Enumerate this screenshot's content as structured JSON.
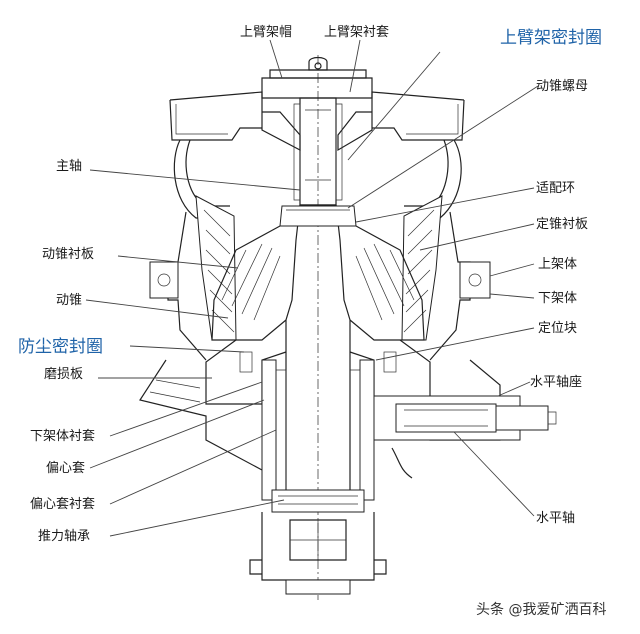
{
  "labels": {
    "upper_arm_cap": "上臂架帽",
    "upper_arm_bushing": "上臂架衬套",
    "upper_arm_seal": "上臂架密封圈",
    "cone_nut": "动锥螺母",
    "main_shaft": "主轴",
    "adapter_ring": "适配环",
    "fixed_cone_liner": "定锥衬板",
    "moving_cone_liner": "动锥衬板",
    "upper_frame": "上架体",
    "moving_cone": "动锥",
    "lower_frame": "下架体",
    "dust_seal": "防尘密封圈",
    "positioning_block": "定位块",
    "wear_plate": "磨损板",
    "horizontal_shaft_seat": "水平轴座",
    "lower_frame_bushing": "下架体衬套",
    "eccentric_sleeve": "偏心套",
    "eccentric_sleeve_bushing": "偏心套衬套",
    "horizontal_shaft": "水平轴",
    "thrust_bearing": "推力轴承"
  },
  "watermark": "头条 @我爱矿洒百科",
  "colors": {
    "highlight": "#1f63a8",
    "ink": "#222222"
  }
}
